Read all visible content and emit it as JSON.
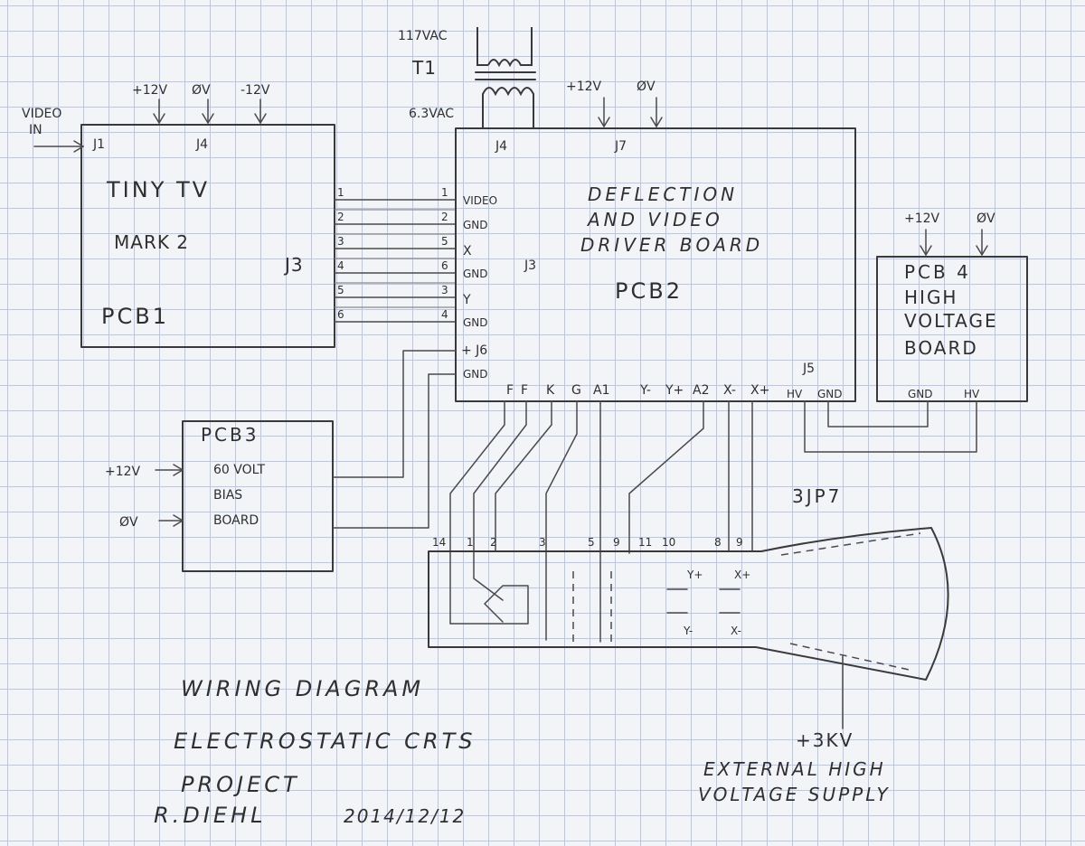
{
  "video_in": {
    "line1": "VIDEO",
    "line2": "IN"
  },
  "pcb1": {
    "title": "TINY TV",
    "subtitle": "MARK 2",
    "id": "PCB1",
    "j1": "J1",
    "j4": "J4",
    "j3": "J3",
    "supply": [
      "+12V",
      "ØV",
      "-12V"
    ],
    "pins": [
      "1",
      "2",
      "3",
      "4",
      "5",
      "6"
    ]
  },
  "transformer": {
    "id": "T1",
    "primary": "117VAC",
    "secondary": "6.3VAC"
  },
  "pcb2": {
    "title_line1": "DEFLECTION",
    "title_line2": "AND VIDEO",
    "title_line3": "DRIVER BOARD",
    "id": "PCB2",
    "j4": "J4",
    "j7": "J7",
    "j3": "J3",
    "j5": "J5",
    "supply": [
      "+12V",
      "ØV"
    ],
    "pin_numbers": [
      "1",
      "2",
      "5",
      "6",
      "3",
      "4"
    ],
    "signals": [
      "VIDEO",
      "GND",
      "X",
      "GND",
      "Y",
      "GND"
    ],
    "j6_plus": "+ J6",
    "j6_gnd": "GND",
    "bottom_pins": [
      "F",
      "F",
      "K",
      "G",
      "A1",
      "Y-",
      "Y+",
      "A2",
      "X-",
      "X+"
    ],
    "hv_label": "HV",
    "gnd_label": "GND"
  },
  "pcb3": {
    "id": "PCB3",
    "line1": "60 VOLT",
    "line2": "BIAS",
    "line3": "BOARD",
    "plus": "+12V",
    "zero": "ØV"
  },
  "pcb4": {
    "id": "PCB 4",
    "line1": "HIGH",
    "line2": "VOLTAGE",
    "line3": "BOARD",
    "supply": [
      "+12V",
      "ØV"
    ],
    "gnd": "GND",
    "hv": "HV"
  },
  "crt": {
    "type": "3JP7",
    "pins": [
      "14",
      "1",
      "2",
      "3",
      "5",
      "9",
      "11",
      "10",
      "8",
      "9"
    ],
    "plates": [
      "Y+",
      "X+",
      "Y-",
      "X-"
    ],
    "hv": "+3KV",
    "hv_note_line1": "EXTERNAL HIGH",
    "hv_note_line2": "VOLTAGE SUPPLY"
  },
  "footer": {
    "line1": "WIRING DIAGRAM",
    "line2": "ELECTROSTATIC CRTS",
    "line3": "PROJECT",
    "author": "R.DIEHL",
    "date": "2014/12/12"
  }
}
